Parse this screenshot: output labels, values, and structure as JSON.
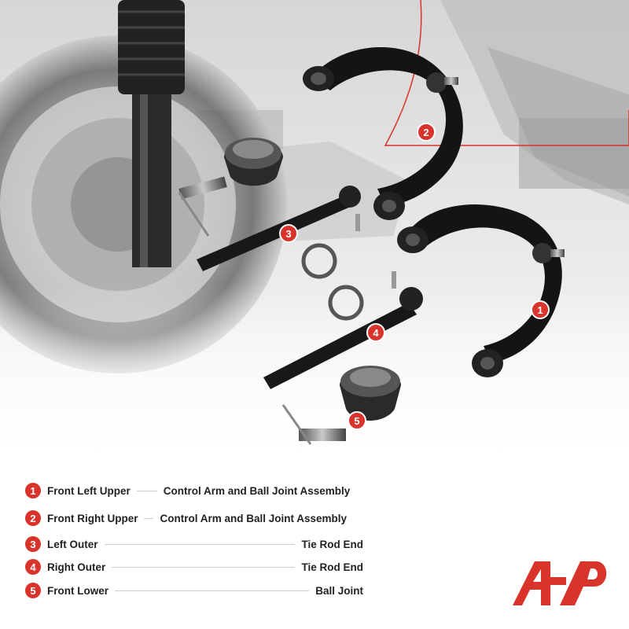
{
  "accent_color": "#d9342b",
  "callouts": [
    "1",
    "2",
    "3",
    "4",
    "5"
  ],
  "legend": [
    {
      "num": "1",
      "label": "Front Left Upper",
      "desc": "Control Arm and Ball Joint Assembly"
    },
    {
      "num": "2",
      "label": "Front Right Upper",
      "desc": "Control Arm and Ball Joint Assembly"
    },
    {
      "num": "3",
      "label": "Left Outer",
      "desc": "Tie Rod End"
    },
    {
      "num": "4",
      "label": "Right Outer",
      "desc": "Tie Rod End"
    },
    {
      "num": "5",
      "label": "Front Lower",
      "desc": "Ball Joint"
    }
  ],
  "logo_icon": "a-premium-logo-icon"
}
